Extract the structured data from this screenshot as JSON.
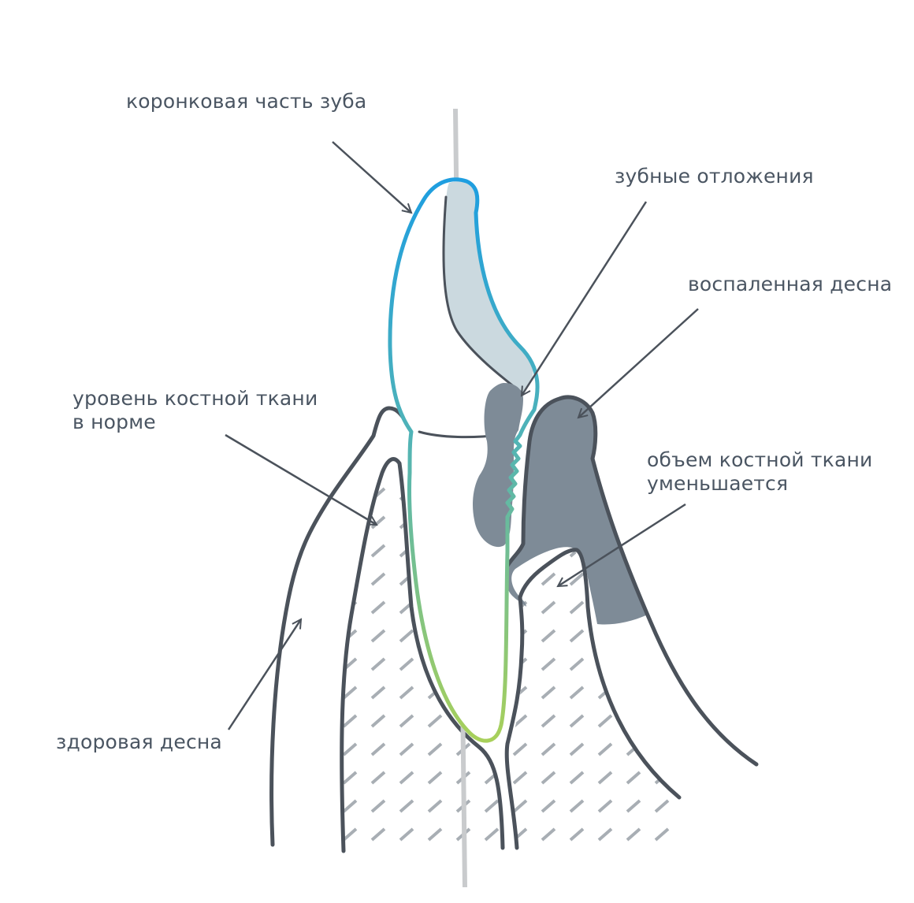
{
  "labels": {
    "crown": "коронковая часть зуба",
    "deposits": "зубные отложения",
    "inflamed_gum": "воспаленная десна",
    "bone_normal_line1": "уровень костной ткани",
    "bone_normal_line2": "в норме",
    "bone_loss_line1": "объем костной ткани",
    "bone_loss_line2": "уменьшается",
    "healthy_gum": "здоровая десна"
  },
  "colors": {
    "outline": "#4b525b",
    "text": "#4a5562",
    "inflamed_fill": "#7e8b97",
    "enamel_fill": "#cbd9df",
    "axis": "#c9cbcd",
    "hatch": "#a8aeb4",
    "tooth_gradient_top": "#1e9ee0",
    "tooth_gradient_bottom": "#a8d05a"
  }
}
